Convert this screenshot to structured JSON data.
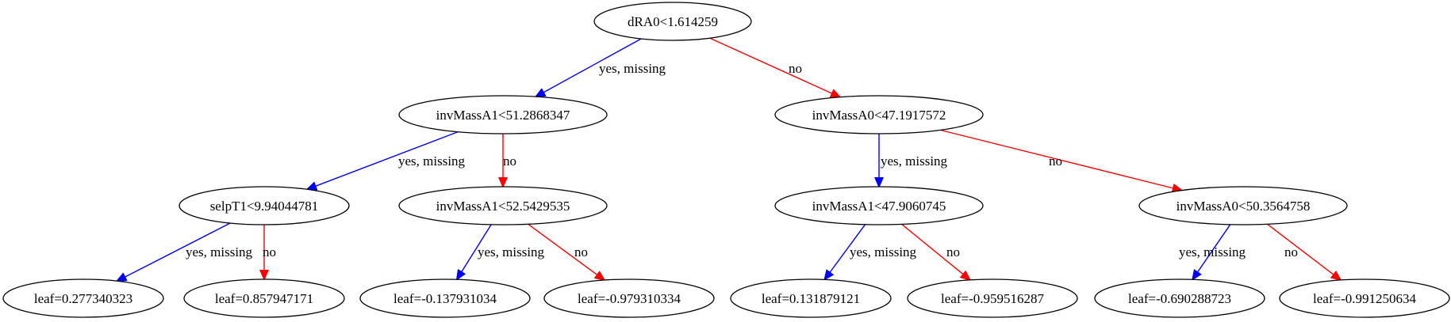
{
  "colors": {
    "yes_edge": "#0000ff",
    "no_edge": "#ff0000",
    "node_stroke": "#000000",
    "background": "#ffffff"
  },
  "tree": {
    "nodes": [
      {
        "id": "n0",
        "label": "dRA0<1.614259",
        "kind": "split"
      },
      {
        "id": "n1",
        "label": "invMassA1<51.2868347",
        "kind": "split"
      },
      {
        "id": "n2",
        "label": "invMassA0<47.1917572",
        "kind": "split"
      },
      {
        "id": "n3",
        "label": "selpT1<9.94044781",
        "kind": "split"
      },
      {
        "id": "n4",
        "label": "invMassA1<52.5429535",
        "kind": "split"
      },
      {
        "id": "n5",
        "label": "invMassA1<47.9060745",
        "kind": "split"
      },
      {
        "id": "n6",
        "label": "invMassA0<50.3564758",
        "kind": "split"
      },
      {
        "id": "n7",
        "label": "leaf=0.277340323",
        "kind": "leaf"
      },
      {
        "id": "n8",
        "label": "leaf=0.857947171",
        "kind": "leaf"
      },
      {
        "id": "n9",
        "label": "leaf=-0.137931034",
        "kind": "leaf"
      },
      {
        "id": "n10",
        "label": "leaf=-0.979310334",
        "kind": "leaf"
      },
      {
        "id": "n11",
        "label": "leaf=0.131879121",
        "kind": "leaf"
      },
      {
        "id": "n12",
        "label": "leaf=-0.959516287",
        "kind": "leaf"
      },
      {
        "id": "n13",
        "label": "leaf=-0.690288723",
        "kind": "leaf"
      },
      {
        "id": "n14",
        "label": "leaf=-0.991250634",
        "kind": "leaf"
      }
    ],
    "edges": [
      {
        "from": "n0",
        "to": "n1",
        "label": "yes, missing",
        "type": "yes"
      },
      {
        "from": "n0",
        "to": "n2",
        "label": "no",
        "type": "no"
      },
      {
        "from": "n1",
        "to": "n3",
        "label": "yes, missing",
        "type": "yes"
      },
      {
        "from": "n1",
        "to": "n4",
        "label": "no",
        "type": "no"
      },
      {
        "from": "n2",
        "to": "n5",
        "label": "yes, missing",
        "type": "yes"
      },
      {
        "from": "n2",
        "to": "n6",
        "label": "no",
        "type": "no"
      },
      {
        "from": "n3",
        "to": "n7",
        "label": "yes, missing",
        "type": "yes"
      },
      {
        "from": "n3",
        "to": "n8",
        "label": "no",
        "type": "no"
      },
      {
        "from": "n4",
        "to": "n9",
        "label": "yes, missing",
        "type": "yes"
      },
      {
        "from": "n4",
        "to": "n10",
        "label": "no",
        "type": "no"
      },
      {
        "from": "n5",
        "to": "n11",
        "label": "yes, missing",
        "type": "yes"
      },
      {
        "from": "n5",
        "to": "n12",
        "label": "no",
        "type": "no"
      },
      {
        "from": "n6",
        "to": "n13",
        "label": "yes, missing",
        "type": "yes"
      },
      {
        "from": "n6",
        "to": "n14",
        "label": "no",
        "type": "no"
      }
    ]
  }
}
